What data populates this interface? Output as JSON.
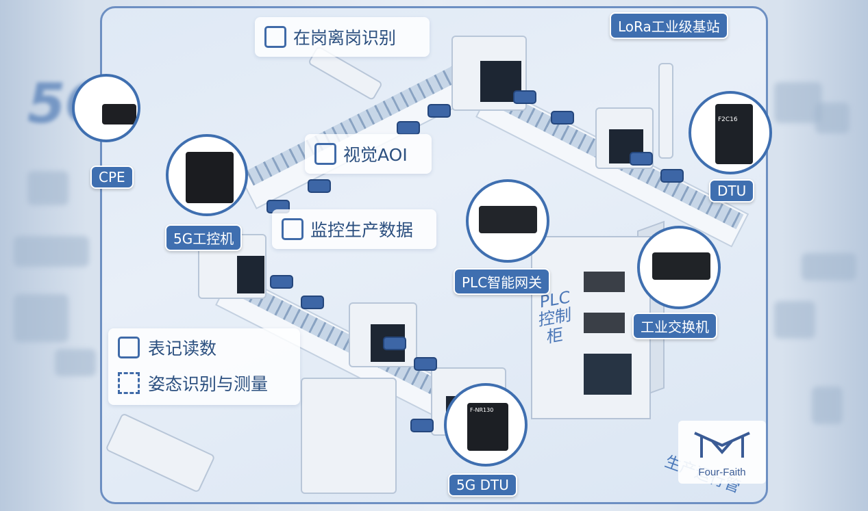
{
  "features": {
    "presence": "在岗离岗识别",
    "aoi": "视觉AOI",
    "monitor": "监控生产数据",
    "meter": "表记读数",
    "posture": "姿态识别与测量"
  },
  "devices": {
    "cpe": "CPE",
    "industrial_pc": "5G工控机",
    "plc_gateway": "PLC智能网关",
    "dtu": "DTU",
    "switch": "工业交换机",
    "dtu5g": "5G DTU",
    "lora": "LoRa工业级基站"
  },
  "device_text": {
    "dtu_model": "F2C16",
    "dtu5g_model": "F-NR130"
  },
  "cabinet": {
    "title": "PLC\n控制柜"
  },
  "watermark": "生产运行管",
  "logo": {
    "name": "Four-Faith"
  },
  "background": {
    "headline": "5G"
  },
  "colors": {
    "accent": "#3f6fb0",
    "panel_text": "#2b4f7f",
    "frame": "#6d8fc2"
  }
}
